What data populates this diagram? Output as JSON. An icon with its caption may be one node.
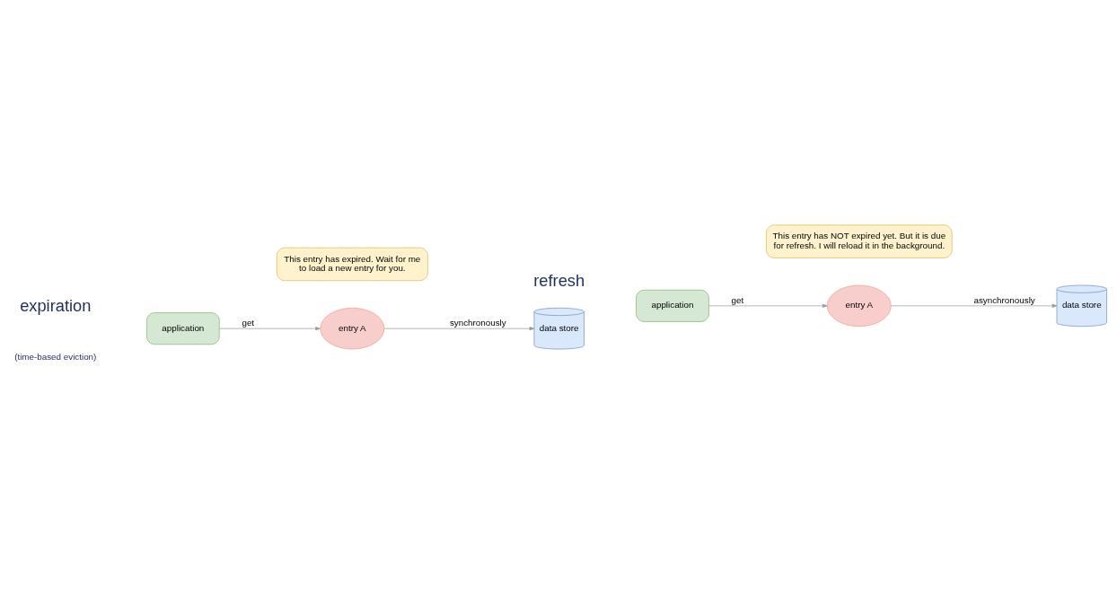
{
  "diagram": {
    "nodes": [
      {
        "text": [
          "application"
        ]
      },
      {
        "text": [
          "entry A"
        ]
      },
      {
        "text": [
          "data store"
        ]
      },
      {
        "text": [
          "This entry has expired. Wait for me to load a new entry for you."
        ]
      },
      {
        "text": [
          "application"
        ]
      },
      {
        "text": [
          "entry A"
        ]
      },
      {
        "text": [
          "data store"
        ]
      },
      {
        "text": [
          "This entry has NOT expired yet. But it is due for refresh. I will reload it in the background."
        ]
      }
    ],
    "edges": [
      {
        "from": 0,
        "to": 1,
        "arrow": "to",
        "label": "get"
      },
      {
        "from": 1,
        "to": 2,
        "arrow": "to",
        "label": "synchronously"
      },
      {
        "from": 4,
        "to": 5,
        "arrow": "to",
        "label": "get"
      },
      {
        "from": 5,
        "to": 6,
        "arrow": "to",
        "label": "asynchronously"
      }
    ],
    "labels": [
      "expiration",
      "(time-based eviction)",
      "refresh"
    ]
  }
}
